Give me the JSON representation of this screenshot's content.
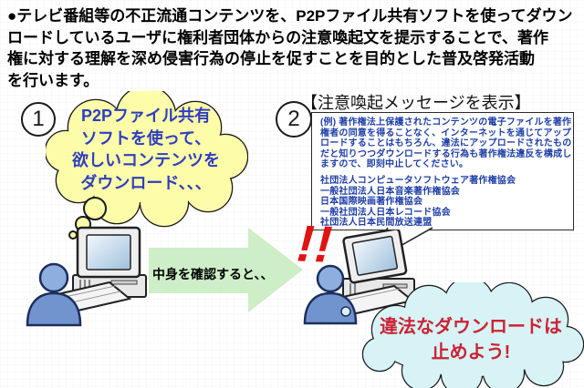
{
  "intro": {
    "lines": [
      "●テレビ番組等の不正流通コンテンツを、P2Pファイル共有ソフトを使ってダウン",
      "ロードしているユーザに権利者団体からの注意喚起文を提示することで、著作",
      "権に対する理解を深め侵害行為の停止を促すことを目的とした普及啓発活動",
      "を行います。"
    ]
  },
  "step1": {
    "number": "1",
    "thought_lines": [
      "P2Pファイル共有",
      "ソフトを使って、",
      "欲しいコンテンツを",
      "ダウンロード、、、"
    ]
  },
  "transition": {
    "arrow_label": "中身を確認すると、、"
  },
  "step2": {
    "number": "2",
    "header": "【注意喚起メッセージを表示】",
    "alert_mark": "!!",
    "message_lines": [
      "(例) 著作権法上保護されたコンテンツの電子ファイルを著作",
      "権者の同意を得ることなく、インターネットを通じてアップ",
      "ロードすることはもちろん、違法にアップロードされたもの",
      "だと知りつつダウンロードする行為も著作権法違反を構成し",
      "ますので、即刻中止してください。"
    ],
    "organizations": [
      "社団法人コンピュータソフトウェア著作権協会",
      "一般社団法人日本音楽著作権協会",
      "日本国際映画著作権協会",
      "一般社団法人日本レコード協会",
      "社団法人日本民間放送連盟"
    ]
  },
  "conclusion": {
    "thought_lines": [
      "違法なダウンロードは",
      "止めよう!"
    ]
  },
  "colors": {
    "thought_cloud_yellow": "#FDFCA8",
    "thought_cloud_cyan": "#D7F3F6",
    "cloud_text_blue": "#2E3EC0",
    "cloud_text_red": "#CC2233",
    "arrow_green": "#CDEEC6",
    "message_text_blue": "#1F3FA8",
    "alert_red": "#E01212",
    "person_blue": "#7294CE"
  }
}
